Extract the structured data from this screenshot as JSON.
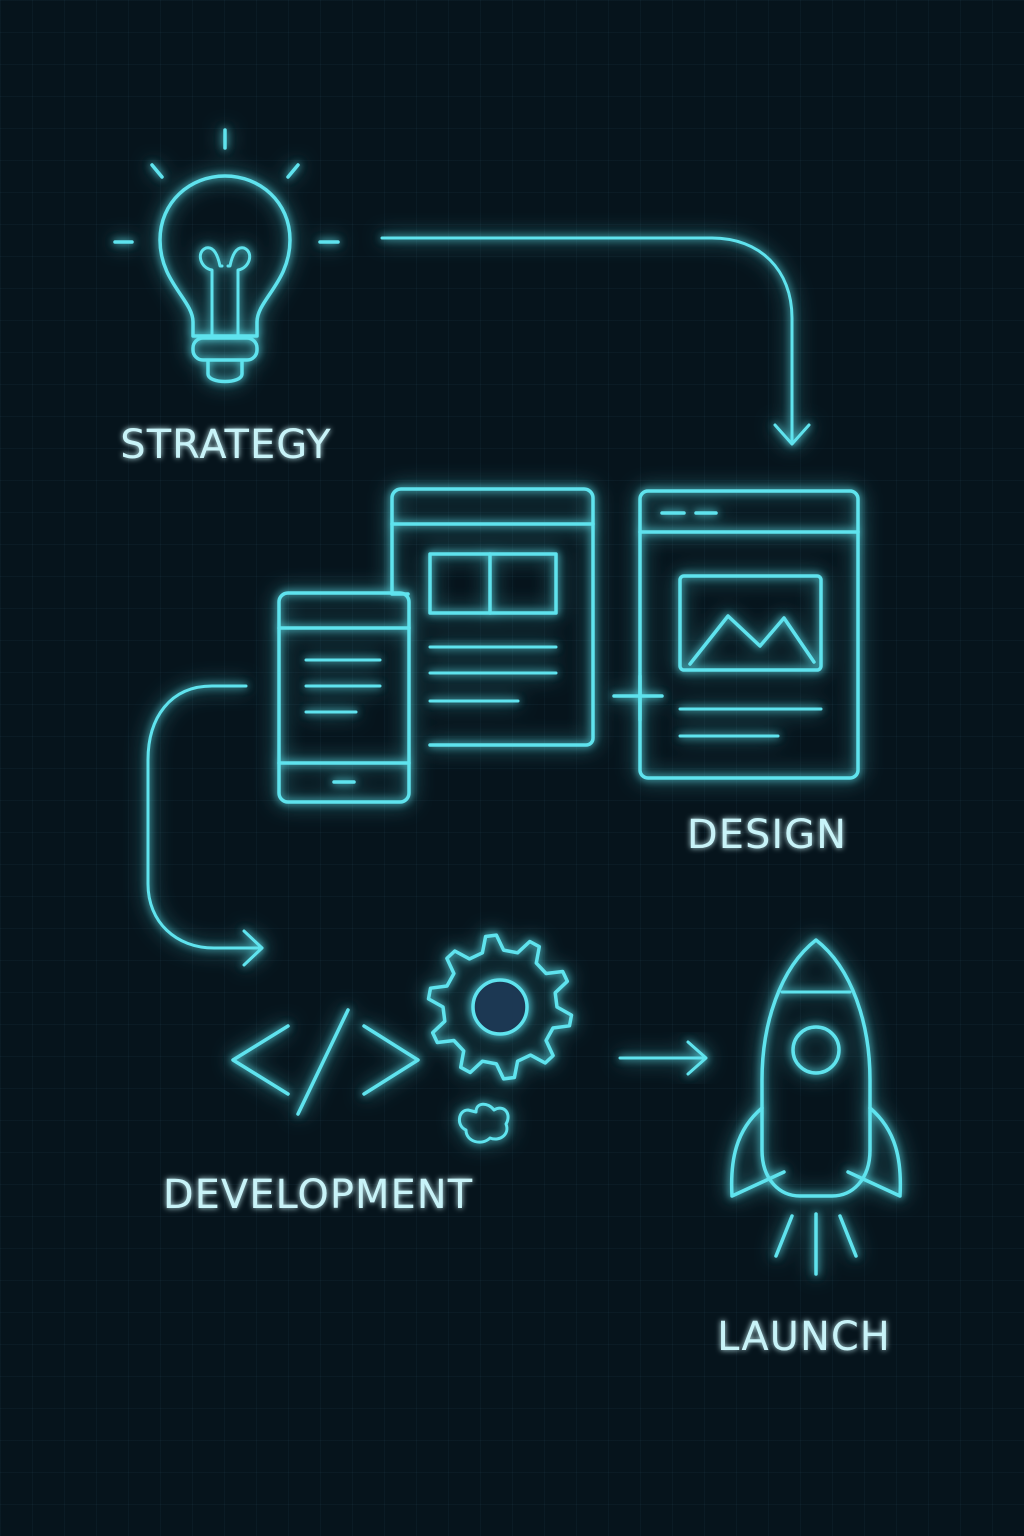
{
  "diagram": {
    "stages": [
      {
        "id": "strategy",
        "label": "STRATEGY",
        "icon": "lightbulb-icon"
      },
      {
        "id": "design",
        "label": "DESIGN",
        "icon": "screens-icon"
      },
      {
        "id": "development",
        "label": "DEVELOPMENT",
        "icon": "code-gear-icon"
      },
      {
        "id": "launch",
        "label": "LAUNCH",
        "icon": "rocket-icon"
      }
    ]
  },
  "colors": {
    "background": "#06141c",
    "neon": "#5fe3ee",
    "label": "#c8f3f8"
  }
}
